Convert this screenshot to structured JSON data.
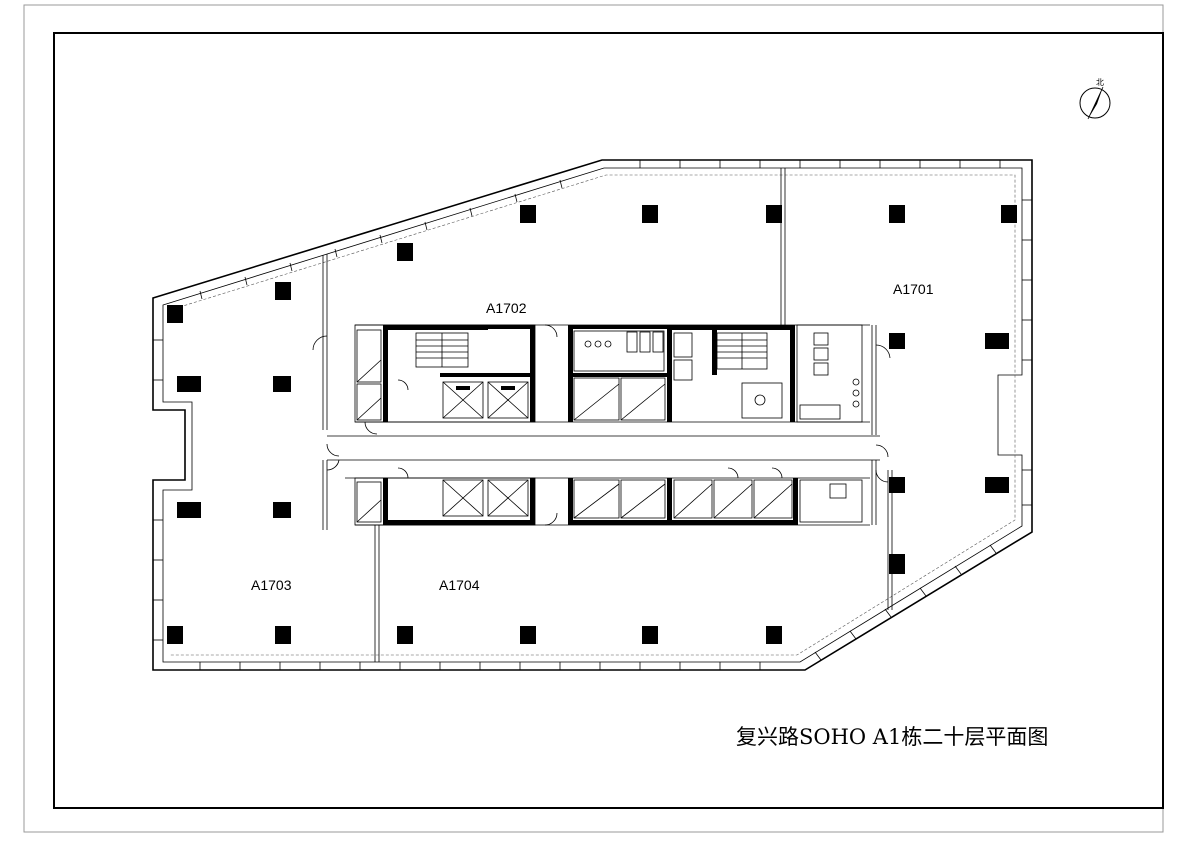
{
  "drawing": {
    "title": "复兴路SOHO A1栋二十层平面图",
    "north_mark": "北",
    "units": [
      {
        "id": "A1701",
        "label": "A1701"
      },
      {
        "id": "A1702",
        "label": "A1702"
      },
      {
        "id": "A1703",
        "label": "A1703"
      },
      {
        "id": "A1704",
        "label": "A1704"
      }
    ]
  },
  "icons": {
    "north_arrow": "north-arrow-icon",
    "stair": "stair-icon",
    "elevator": "elevator-icon",
    "toilet": "toilet-icon",
    "door": "door-swing-icon"
  },
  "colors": {
    "ink": "#000000",
    "paper": "#ffffff",
    "outer_border": "#9a9a9a"
  }
}
